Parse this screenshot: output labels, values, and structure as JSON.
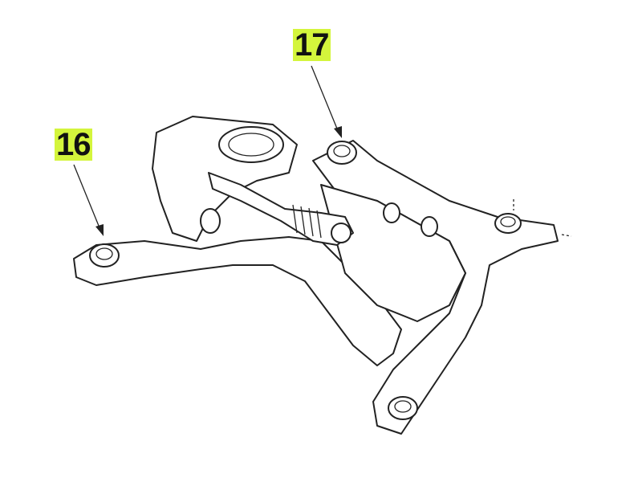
{
  "callouts": [
    {
      "id": "16",
      "label": "16"
    },
    {
      "id": "17",
      "label": "17"
    }
  ],
  "colors": {
    "highlight": "#d4f53c",
    "line": "#222222"
  }
}
